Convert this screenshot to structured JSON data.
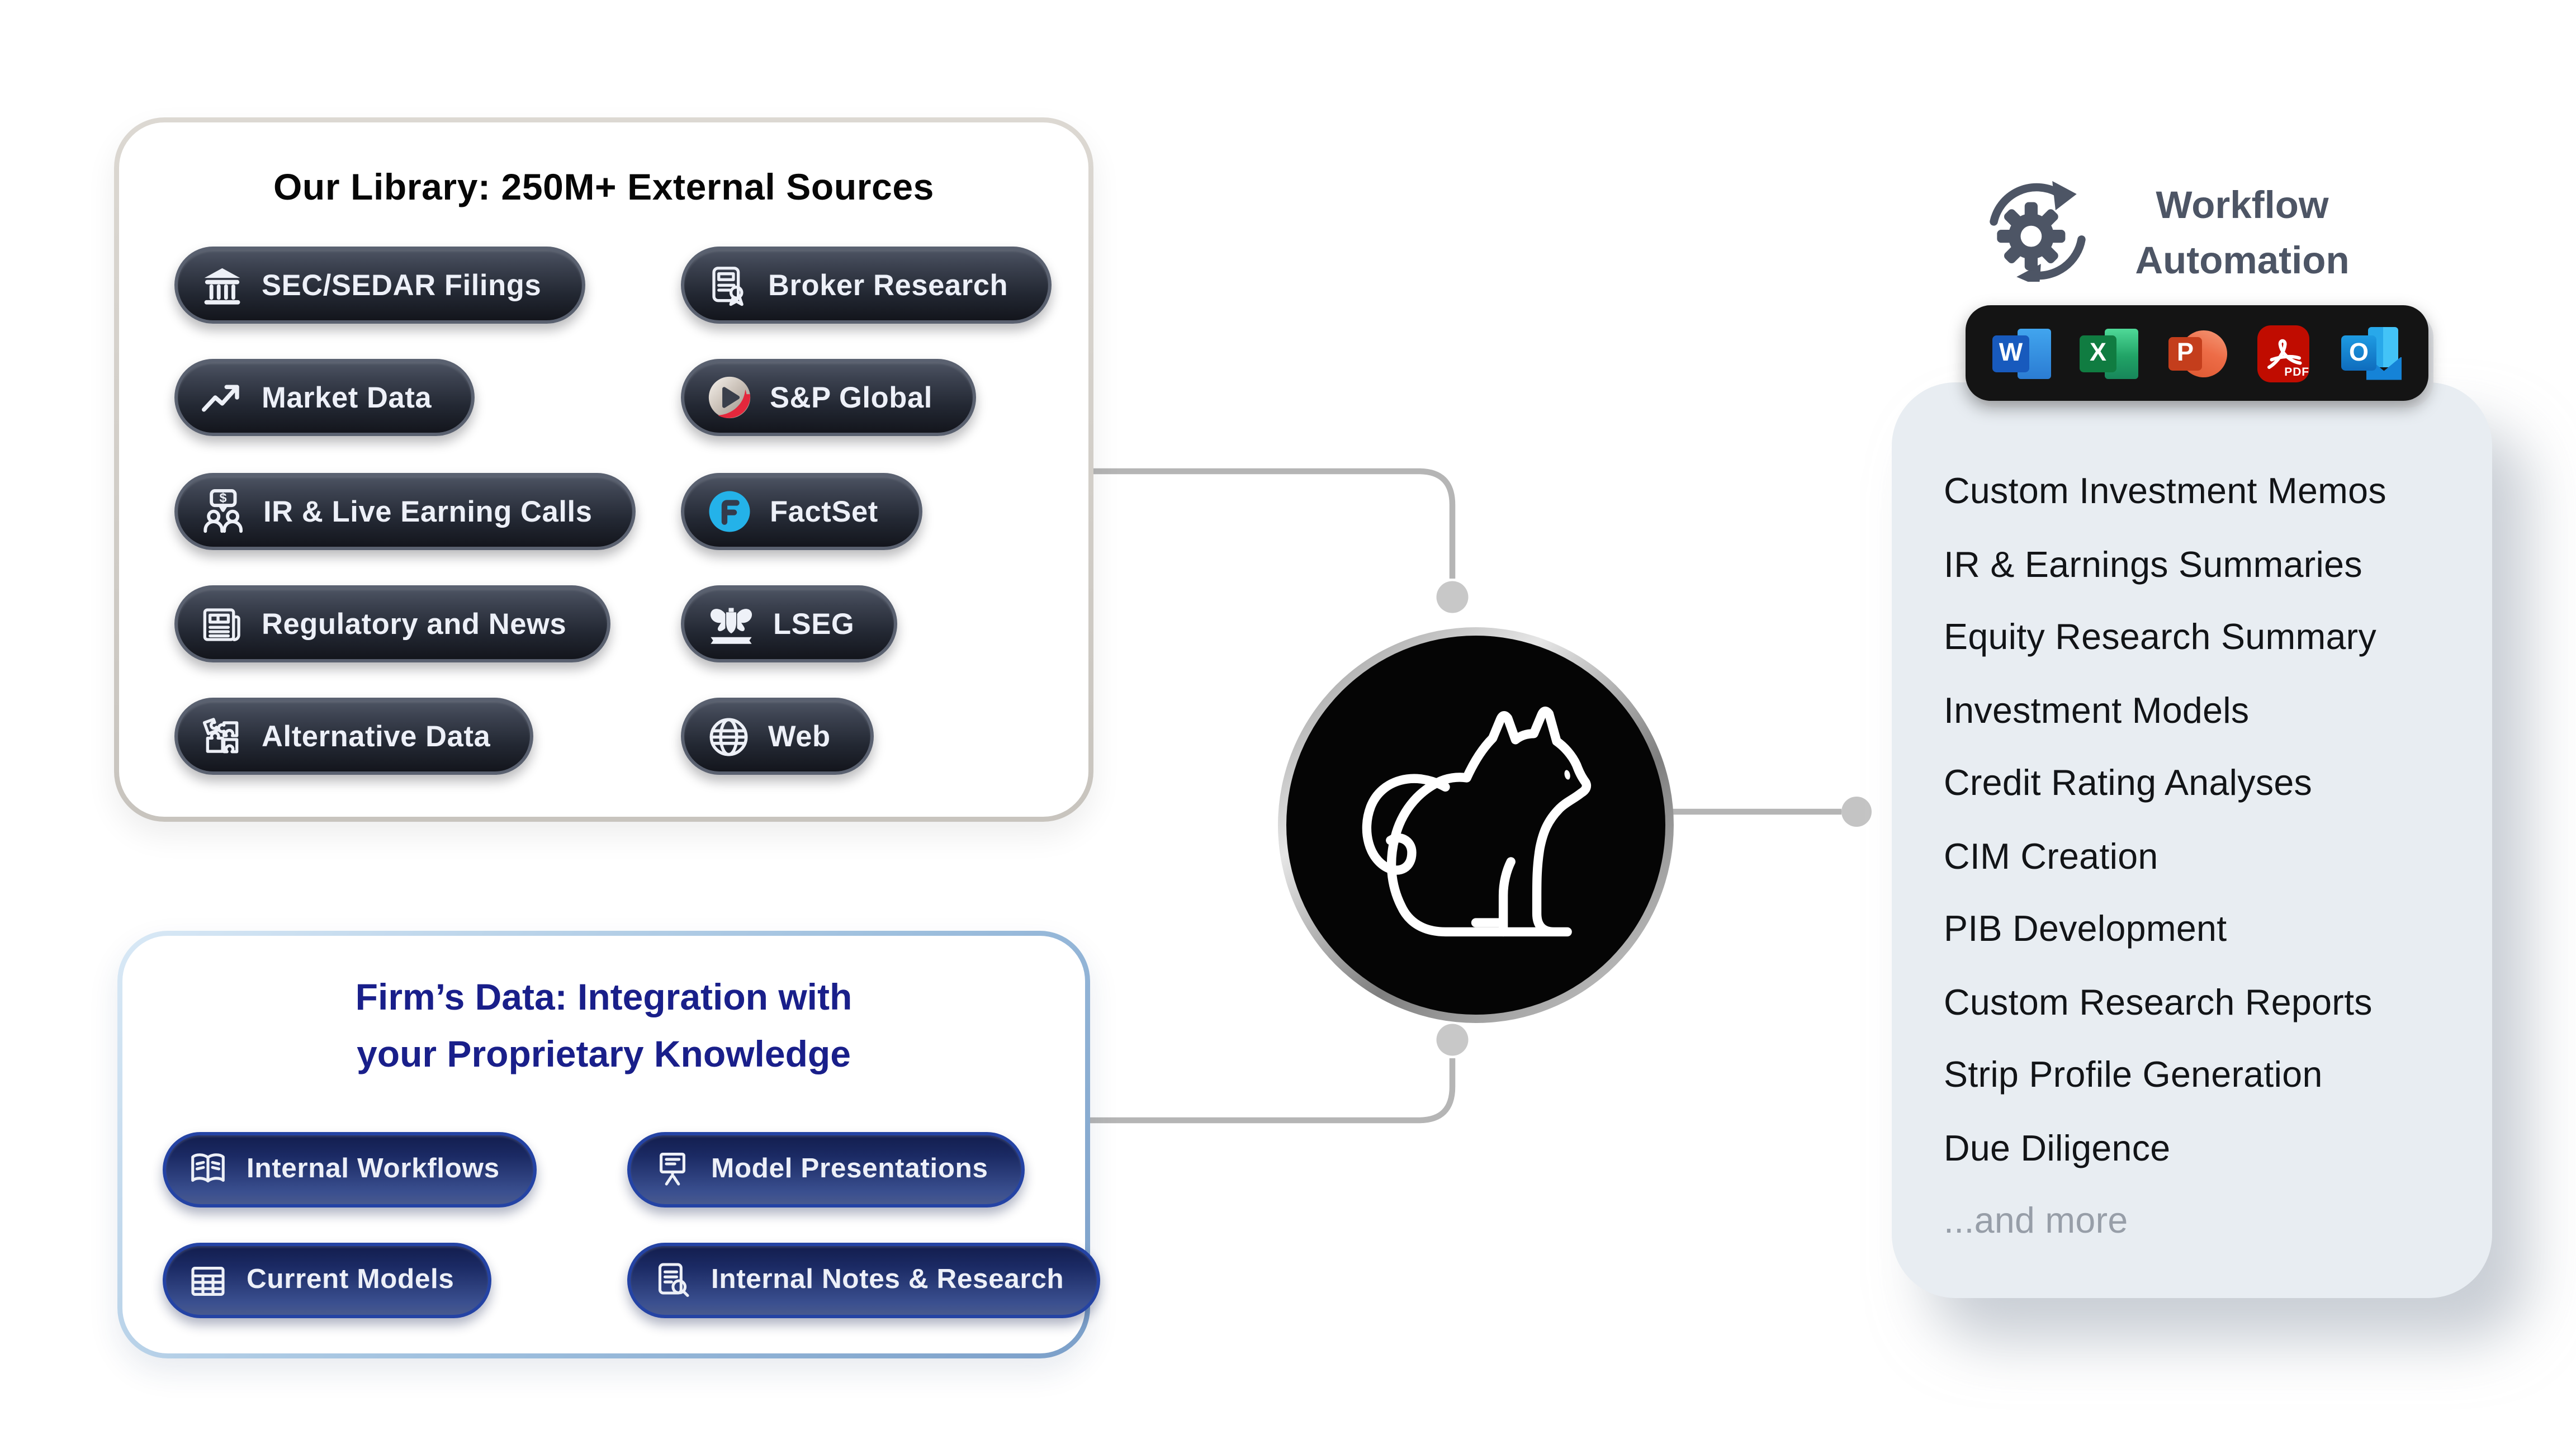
{
  "library": {
    "title": "Our Library: 250M+ External Sources",
    "pills": [
      {
        "label": "SEC/SEDAR Filings",
        "icon": "bank-icon"
      },
      {
        "label": "Broker Research",
        "icon": "document-award-icon"
      },
      {
        "label": "Market Data",
        "icon": "trend-arrow-icon"
      },
      {
        "label": "S&P Global",
        "icon": "sp-global-logo"
      },
      {
        "label": "IR & Live Earning Calls",
        "icon": "earnings-call-icon"
      },
      {
        "label": "FactSet",
        "icon": "factset-logo"
      },
      {
        "label": "Regulatory and News",
        "icon": "newspaper-icon"
      },
      {
        "label": "LSEG",
        "icon": "lseg-crest-logo"
      },
      {
        "label": "Alternative Data",
        "icon": "puzzle-icon"
      },
      {
        "label": "Web",
        "icon": "globe-icon"
      }
    ],
    "dollar_glyph": "$"
  },
  "firms": {
    "title_line1": "Firm’s Data: Integration with",
    "title_line2": "your Proprietary Knowledge",
    "pills": [
      {
        "label": "Internal Workflows",
        "icon": "open-book-icon"
      },
      {
        "label": "Model Presentations",
        "icon": "presentation-board-icon"
      },
      {
        "label": "Current Models",
        "icon": "table-grid-icon"
      },
      {
        "label": "Internal Notes & Research",
        "icon": "document-search-icon"
      }
    ]
  },
  "center": {
    "icon": "cat-icon"
  },
  "workflow": {
    "title_line1": "Workflow",
    "title_line2": "Automation",
    "icon": "gear-sync-icon",
    "apps": [
      {
        "name": "Word",
        "letter": "W"
      },
      {
        "name": "Excel",
        "letter": "X"
      },
      {
        "name": "PowerPoint",
        "letter": "P"
      },
      {
        "name": "Adobe PDF",
        "letter": "PDF"
      },
      {
        "name": "Outlook",
        "letter": "O"
      }
    ],
    "outputs": [
      "Custom Investment Memos",
      "IR & Earnings Summaries",
      "Equity Research Summary",
      "Investment Models",
      "Credit Rating Analyses",
      "CIM Creation",
      "PIB Development",
      "Custom Research Reports",
      "Strip Profile Generation",
      "Due Diligence"
    ],
    "more_label": "...and more"
  },
  "colors": {
    "pill_dark_top": "#4d5463",
    "pill_dark_bottom": "#13151c",
    "pill_dark_border": "#5a6170",
    "pill_navy_top": "#131e4e",
    "pill_navy_bottom": "#48598e",
    "pill_navy_border": "#2443a4",
    "library_box_border": "#cfccc6",
    "firms_box_border": "#9fc0de",
    "firms_title": "#191f8a",
    "heading_gray": "#4d5565",
    "panel_bg": "#e8edf2",
    "connector_gray": "#b5b5b5",
    "factset_blue": "#24b2e9",
    "sp_global_red": "#e4273c",
    "word_blue": "#185abd",
    "excel_green": "#107c41",
    "powerpoint_orange": "#c43e1c",
    "pdf_red": "#c00c00",
    "outlook_blue": "#0f6cbd",
    "center_circle": "#050505"
  }
}
